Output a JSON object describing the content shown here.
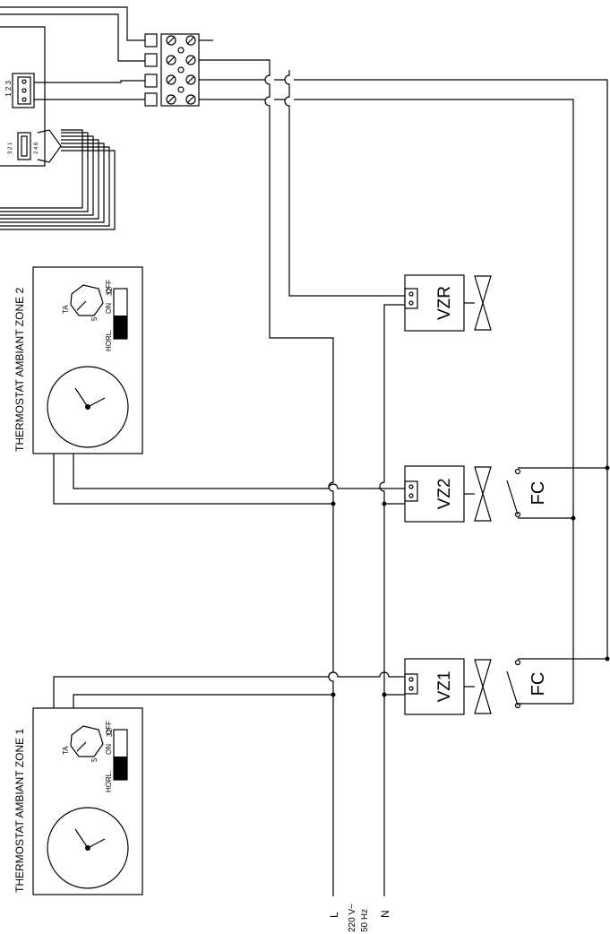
{
  "thermostats": [
    {
      "title": "THERMOSTAT AMBIANT ZONE 1",
      "dial_label": "TA",
      "dial_min": "5",
      "dial_max": "32",
      "mode_horl": "HORL.",
      "mode_on": "ON",
      "mode_off": "OFF"
    },
    {
      "title": "THERMOSTAT AMBIANT ZONE 2",
      "dial_label": "TA",
      "dial_min": "5",
      "dial_max": "32",
      "mode_horl": "HORL.",
      "mode_on": "ON",
      "mode_off": "OFF"
    }
  ],
  "valves": {
    "vz1": "VZ1",
    "vz2": "VZ2",
    "vzr": "VZR"
  },
  "switches": {
    "fc1": "FC",
    "fc2": "FC"
  },
  "supply": {
    "line": "L",
    "voltage": "220 V~",
    "frequency": "50 Hz",
    "neutral": "N"
  },
  "connector": {
    "pins": "1 2 3"
  },
  "connector2": {
    "pins_a": "3 2 1",
    "pins_b": "2 4 6"
  }
}
